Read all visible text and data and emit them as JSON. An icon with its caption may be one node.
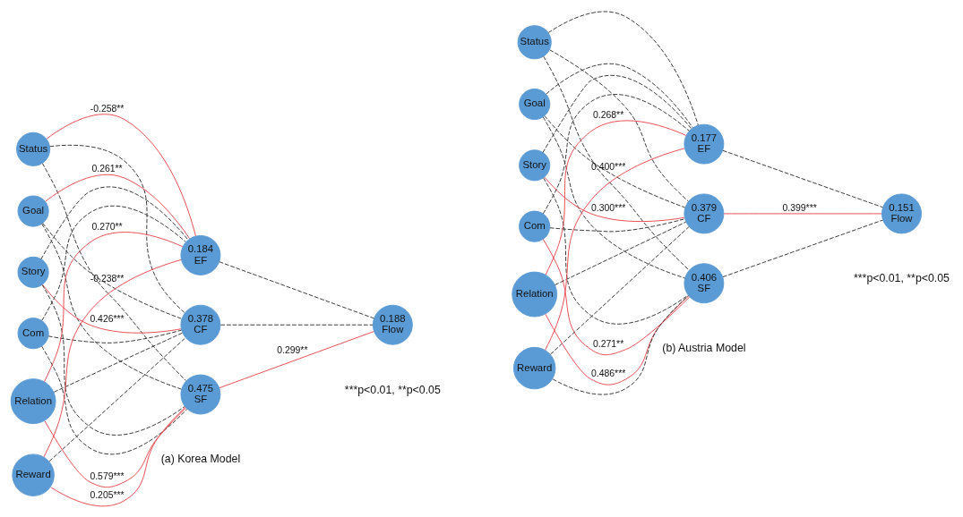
{
  "diagram": {
    "nodes": [
      {
        "text": [
          "Status"
        ]
      },
      {
        "text": [
          "Goal"
        ]
      },
      {
        "text": [
          "Story"
        ]
      },
      {
        "text": [
          "Com"
        ]
      },
      {
        "text": [
          "Relation"
        ]
      },
      {
        "text": [
          "Reward"
        ]
      },
      {
        "text": [
          "0.184",
          "EF"
        ]
      },
      {
        "text": [
          "0.378",
          "CF"
        ]
      },
      {
        "text": [
          "0.475",
          "SF"
        ]
      },
      {
        "text": [
          "0.188",
          "Flow"
        ]
      },
      {
        "text": [
          "Status"
        ]
      },
      {
        "text": [
          "Goal"
        ]
      },
      {
        "text": [
          "Story"
        ]
      },
      {
        "text": [
          "Com"
        ]
      },
      {
        "text": [
          "Relation"
        ]
      },
      {
        "text": [
          "Reward"
        ]
      },
      {
        "text": [
          "0.177",
          "EF"
        ]
      },
      {
        "text": [
          "0.379",
          "CF"
        ]
      },
      {
        "text": [
          "0.406",
          "SF"
        ]
      },
      {
        "text": [
          "0.151",
          "Flow"
        ]
      }
    ],
    "edges": [
      {
        "from": 0,
        "to": 6,
        "arrow": "none",
        "label": "-0.258**",
        "color": "#e8474c"
      },
      {
        "from": 0,
        "to": 7,
        "arrow": "none",
        "style": "dashed"
      },
      {
        "from": 0,
        "to": 8,
        "arrow": "none",
        "style": "dashed"
      },
      {
        "from": 1,
        "to": 6,
        "arrow": "none",
        "label": "0.261**",
        "color": "#e8474c"
      },
      {
        "from": 1,
        "to": 7,
        "arrow": "none",
        "style": "dashed"
      },
      {
        "from": 1,
        "to": 8,
        "arrow": "none",
        "style": "dashed"
      },
      {
        "from": 2,
        "to": 6,
        "arrow": "none",
        "style": "dashed"
      },
      {
        "from": 2,
        "to": 7,
        "arrow": "none",
        "label": "0.426***",
        "color": "#e8474c"
      },
      {
        "from": 2,
        "to": 8,
        "arrow": "none",
        "style": "dashed"
      },
      {
        "from": 3,
        "to": 6,
        "arrow": "none",
        "style": "dashed"
      },
      {
        "from": 3,
        "to": 7,
        "arrow": "none",
        "style": "dashed"
      },
      {
        "from": 3,
        "to": 8,
        "arrow": "none",
        "style": "dashed"
      },
      {
        "from": 4,
        "to": 6,
        "arrow": "none",
        "label": "0.270**",
        "color": "#e8474c"
      },
      {
        "from": 4,
        "to": 7,
        "arrow": "none",
        "style": "dashed"
      },
      {
        "from": 4,
        "to": 8,
        "arrow": "none",
        "label": "0.579***",
        "color": "#e8474c"
      },
      {
        "from": 5,
        "to": 6,
        "arrow": "none",
        "label": "-0.238**",
        "color": "#e8474c"
      },
      {
        "from": 5,
        "to": 7,
        "arrow": "none",
        "style": "dashed"
      },
      {
        "from": 5,
        "to": 8,
        "arrow": "none",
        "label": "0.205***",
        "color": "#e8474c"
      },
      {
        "from": 6,
        "to": 9,
        "arrow": "none",
        "style": "dashed"
      },
      {
        "from": 7,
        "to": 9,
        "arrow": "none",
        "style": "dashed"
      },
      {
        "from": 8,
        "to": 9,
        "arrow": "none",
        "label": "0.299**",
        "color": "#e8474c"
      },
      {
        "from": 10,
        "to": 16,
        "arrow": "none",
        "style": "dashed"
      },
      {
        "from": 10,
        "to": 17,
        "arrow": "none",
        "style": "dashed"
      },
      {
        "from": 10,
        "to": 18,
        "arrow": "none",
        "style": "dashed"
      },
      {
        "from": 11,
        "to": 16,
        "arrow": "none",
        "style": "dashed"
      },
      {
        "from": 11,
        "to": 17,
        "arrow": "none",
        "style": "dashed"
      },
      {
        "from": 11,
        "to": 18,
        "arrow": "none",
        "style": "dashed"
      },
      {
        "from": 12,
        "to": 16,
        "arrow": "none",
        "style": "dashed"
      },
      {
        "from": 12,
        "to": 17,
        "arrow": "none",
        "label": "0.300***",
        "color": "#e8474c"
      },
      {
        "from": 12,
        "to": 18,
        "arrow": "none",
        "style": "dashed"
      },
      {
        "from": 13,
        "to": 16,
        "arrow": "none",
        "style": "dashed"
      },
      {
        "from": 13,
        "to": 17,
        "arrow": "none",
        "style": "dashed"
      },
      {
        "from": 13,
        "to": 18,
        "arrow": "none",
        "label": "0.271**",
        "color": "#e8474c"
      },
      {
        "from": 14,
        "to": 16,
        "arrow": "none",
        "label": "0.268**",
        "color": "#e8474c"
      },
      {
        "from": 14,
        "to": 17,
        "arrow": "none",
        "style": "dashed"
      },
      {
        "from": 14,
        "to": 18,
        "arrow": "none",
        "label": "0.486***",
        "color": "#e8474c"
      },
      {
        "from": 15,
        "to": 16,
        "arrow": "none",
        "label": "0.400***",
        "color": "#e8474c"
      },
      {
        "from": 15,
        "to": 17,
        "arrow": "none",
        "style": "dashed"
      },
      {
        "from": 15,
        "to": 18,
        "arrow": "none",
        "style": "dashed"
      },
      {
        "from": 16,
        "to": 19,
        "arrow": "none",
        "style": "dashed"
      },
      {
        "from": 17,
        "to": 19,
        "arrow": "none",
        "label": "0.399***",
        "color": "#e8474c"
      },
      {
        "from": 18,
        "to": 19,
        "arrow": "none",
        "style": "dashed"
      }
    ],
    "labels": [
      "***p<0.01, **p<0.05",
      "(a) Korea Model",
      "***p<0.01, **p<0.05",
      "(b) Austria Model"
    ]
  }
}
